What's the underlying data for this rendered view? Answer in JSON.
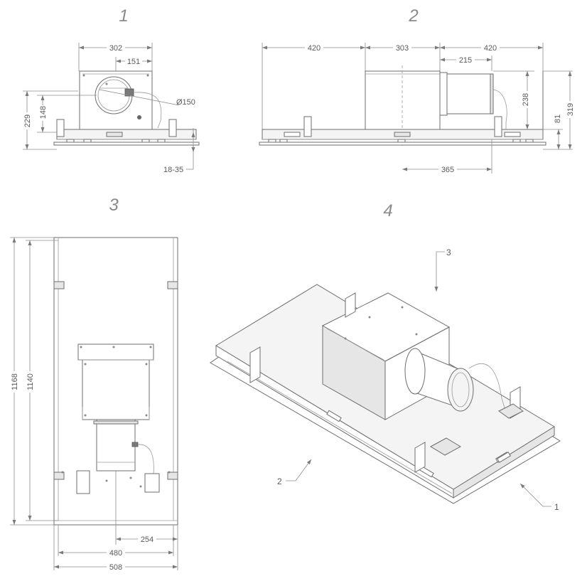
{
  "views": [
    {
      "id": "view-1",
      "number": "1"
    },
    {
      "id": "view-2",
      "number": "2"
    },
    {
      "id": "view-3",
      "number": "3"
    },
    {
      "id": "view-4",
      "number": "4"
    }
  ],
  "view1_dims": {
    "width_total": "302",
    "width_half": "151",
    "height_total": "229",
    "height_inner": "148",
    "duct_diameter": "Ø150",
    "mount_range": "18-35"
  },
  "view2_dims": {
    "left_span": "420",
    "middle_span": "303",
    "right_span": "420",
    "outlet_offset": "215",
    "outlet_height": "238",
    "total_height": "319",
    "base_height": "81",
    "outlet_position": "365"
  },
  "view3_dims": {
    "total_length": "1168",
    "inner_length": "1140",
    "outlet_offset": "254",
    "inner_width": "480",
    "total_width": "508"
  },
  "view4_callouts": {
    "c1": "1",
    "c2": "2",
    "c3": "3"
  }
}
